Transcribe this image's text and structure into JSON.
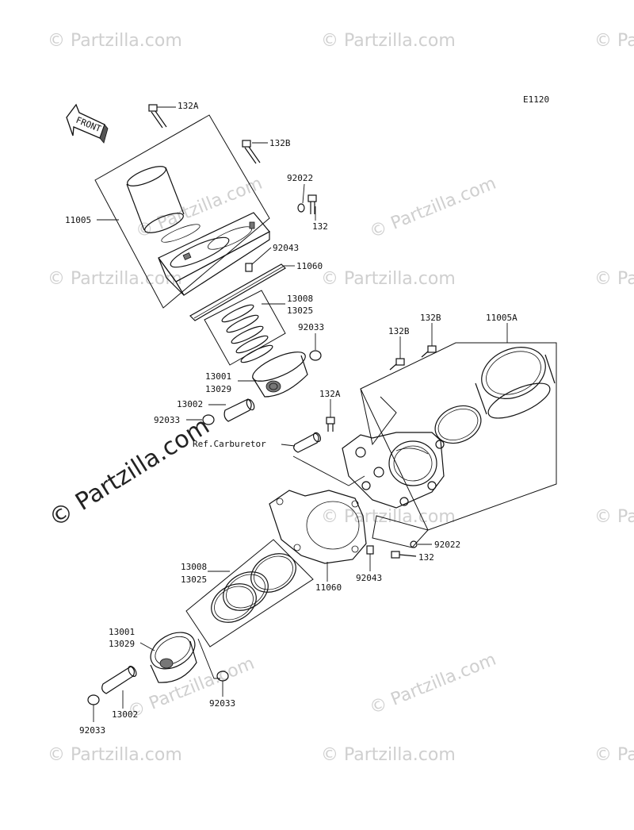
{
  "diagram_code": "E1120",
  "front_label": "FRONT",
  "watermark_small": "© Partzilla.com",
  "watermark_large": "© Partzilla.com",
  "ref_label": "Ref.Carburetor",
  "parts": {
    "b132a_top": "132A",
    "b132b_top": "132B",
    "w92022_top": "92022",
    "b132_top": "132",
    "cyl_top": "11005",
    "dowel_top": "92043",
    "gasket_top": "11060",
    "rings_a_top": "13008",
    "rings_b_top": "13025",
    "clip_r_top": "92033",
    "piston_a_top": "13001",
    "piston_b_top": "13029",
    "pin_top": "13002",
    "clip_l_top": "92033",
    "b132a_mid": "132A",
    "b132b_rear": "132B",
    "b132b_rear2": "132B",
    "cyl_rear": "11005A",
    "w92022_rear": "92022",
    "b132_rear": "132",
    "dowel_rear": "92043",
    "gasket_rear": "11060",
    "rings_a_rear": "13008",
    "rings_b_rear": "13025",
    "piston_a_rear": "13001",
    "piston_b_rear": "13029",
    "clip_r_rear": "92033",
    "pin_rear": "13002",
    "clip_l_rear": "92033"
  }
}
